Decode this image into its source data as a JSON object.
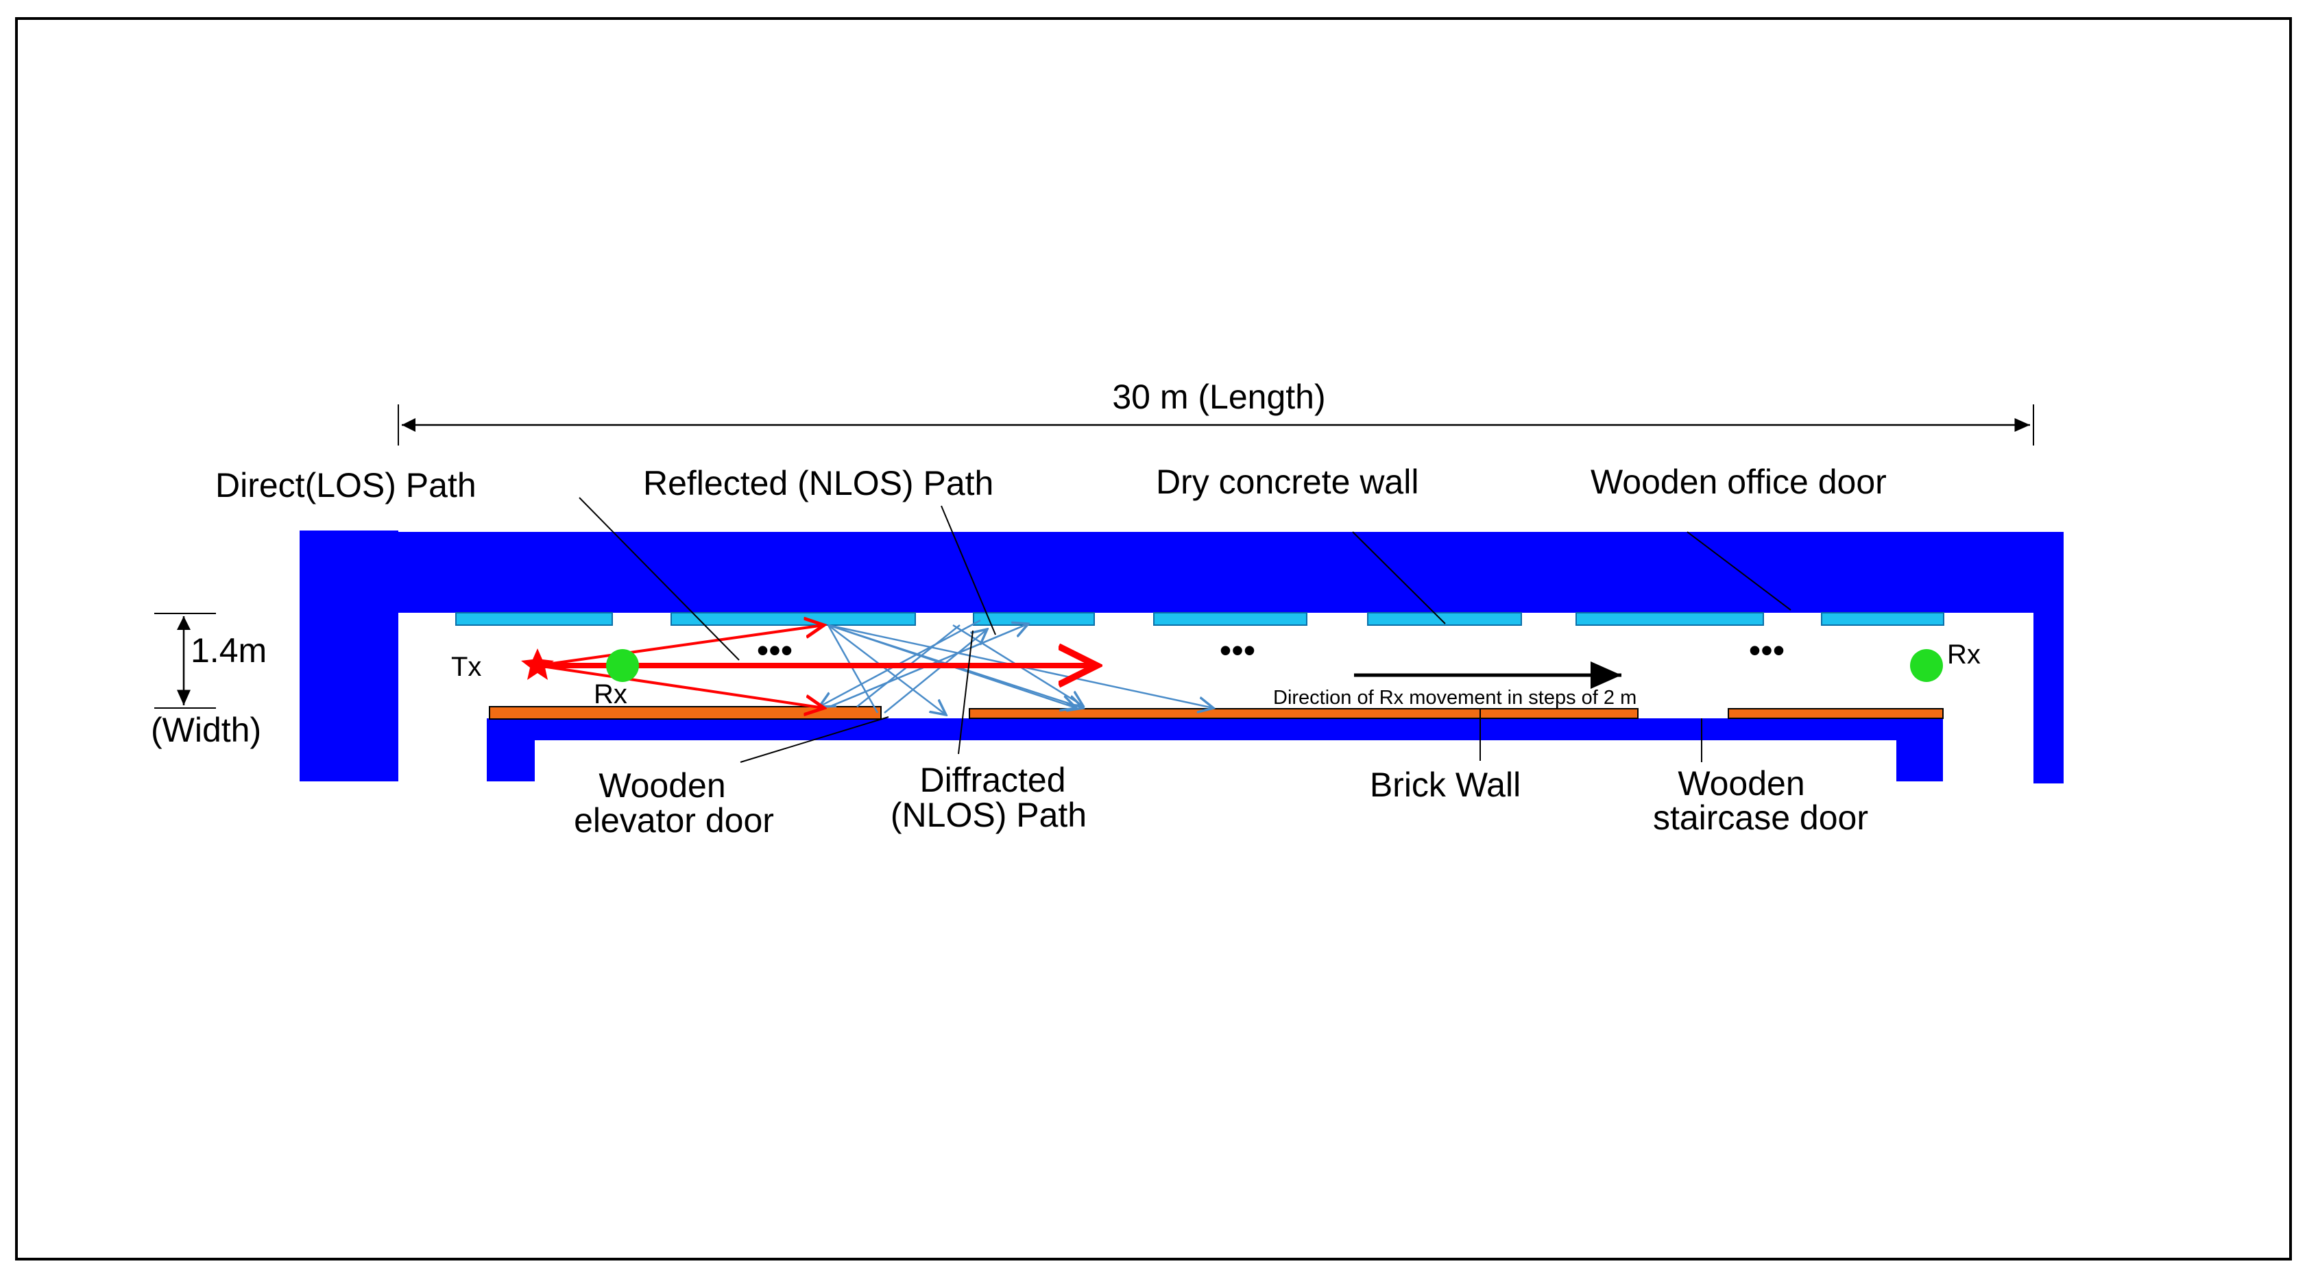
{
  "labels": {
    "length": "30 m (Length)",
    "width_value": "1.4m",
    "width_caption": "(Width)",
    "direct_path": "Direct(LOS) Path",
    "reflected_path": "Reflected (NLOS) Path",
    "dry_concrete_wall": "Dry concrete wall",
    "wooden_office_door": "Wooden office door",
    "tx": "Tx",
    "rx_near": "Rx",
    "rx_far": "Rx",
    "direction": "Direction of Rx movement in steps of 2 m",
    "wooden_elevator_door_line1": "Wooden",
    "wooden_elevator_door_line2": "elevator door",
    "diffracted_path_line1": "Diffracted",
    "diffracted_path_line2": "(NLOS) Path",
    "brick_wall": "Brick Wall",
    "wooden_staircase_door_line1": "Wooden",
    "wooden_staircase_door_line2": "staircase door",
    "ellipsis": "•••"
  },
  "colors": {
    "wall": "#0000ff",
    "office_door": "#1ec1f0",
    "wood_door": "#f26c14",
    "los_ray": "#ff0000",
    "nlos_ray": "#4a8cc9",
    "receiver": "#22dd22",
    "transmitter": "#ff0000"
  }
}
